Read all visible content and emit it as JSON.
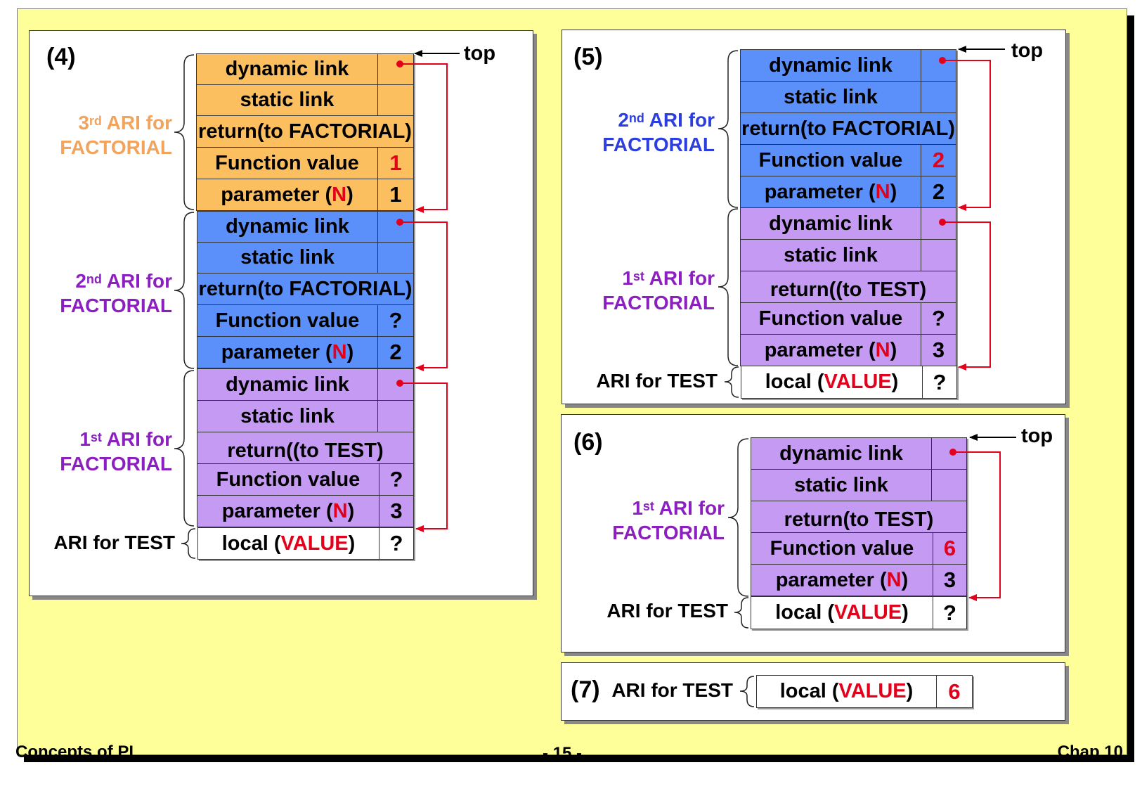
{
  "colors": {
    "orange": "#fbbf5f",
    "blue": "#5b8ff9",
    "purple": "#c49af2",
    "white": "#ffffff",
    "slide_bg": "#ffff99",
    "accent_red": "#e3001b",
    "label_orange": "#f2a35c",
    "label_purple": "#8b1fbf",
    "label_blue": "#2c3ee0"
  },
  "footer": {
    "left": "Concepts of PL",
    "center": "- 15 -",
    "right": "Chap 10"
  },
  "top_label": "top",
  "labels": {
    "dynamic_link": "dynamic link",
    "static_link": "static link",
    "return_factorial": "return(to FACTORIAL)",
    "return_test_4": "return((to TEST)",
    "return_test_6": "return(to TEST)",
    "function_value": "Function value",
    "parameter": "parameter (",
    "param_name": "N",
    "close_paren": ")",
    "local": "local (",
    "local_name": "VALUE"
  },
  "groups": {
    "ari3": {
      "ord": "3",
      "sup": "rd",
      "rest": " ARI for",
      "line2": "FACTORIAL"
    },
    "ari2": {
      "ord": "2",
      "sup": "nd",
      "rest": " ARI for",
      "line2": "FACTORIAL"
    },
    "ari1": {
      "ord": "1",
      "sup": "st",
      "rest": " ARI for",
      "line2": "FACTORIAL"
    },
    "test": "ARI for TEST"
  },
  "panels": {
    "p4": {
      "label": "(4)",
      "fv3": "1",
      "param3": "1",
      "fv2": "?",
      "param2": "2",
      "fv1": "?",
      "param1": "3",
      "local": "?"
    },
    "p5": {
      "label": "(5)",
      "fv2": "2",
      "param2": "2",
      "fv1": "?",
      "param1": "3",
      "local": "?"
    },
    "p6": {
      "label": "(6)",
      "fv1": "6",
      "param1": "3",
      "local": "?"
    },
    "p7": {
      "label": "(7)",
      "local": "6"
    }
  }
}
